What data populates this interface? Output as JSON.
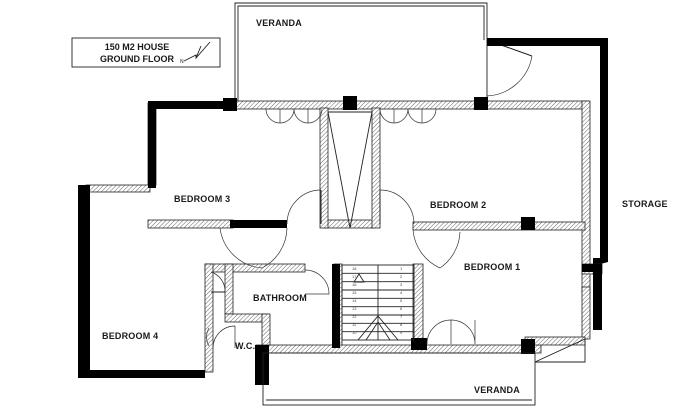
{
  "title": {
    "line1": "150 M2 HOUSE",
    "line2": "GROUND FLOOR"
  },
  "north_symbol": {
    "letter": "N",
    "icon": "north-arrow-icon"
  },
  "rooms": {
    "veranda_top": "VERANDA",
    "bedroom_3": "BEDROOM 3",
    "bedroom_2": "BEDROOM 2",
    "storage": "STORAGE",
    "bedroom_1": "BEDROOM 1",
    "bathroom": "BATHROOM",
    "bedroom_4": "BEDROOM 4",
    "wc": "W.C.",
    "veranda_bottom": "VERANDA"
  },
  "stairs": {
    "left_steps": [
      "18",
      "17",
      "16",
      "15",
      "14",
      "13",
      "12",
      "11",
      "10"
    ],
    "right_steps": [
      "1",
      "2",
      "3",
      "4",
      "5",
      "6",
      "7",
      "8",
      "9"
    ]
  },
  "colors": {
    "wall": "#000000",
    "hatch": "#555555",
    "background": "#ffffff"
  }
}
